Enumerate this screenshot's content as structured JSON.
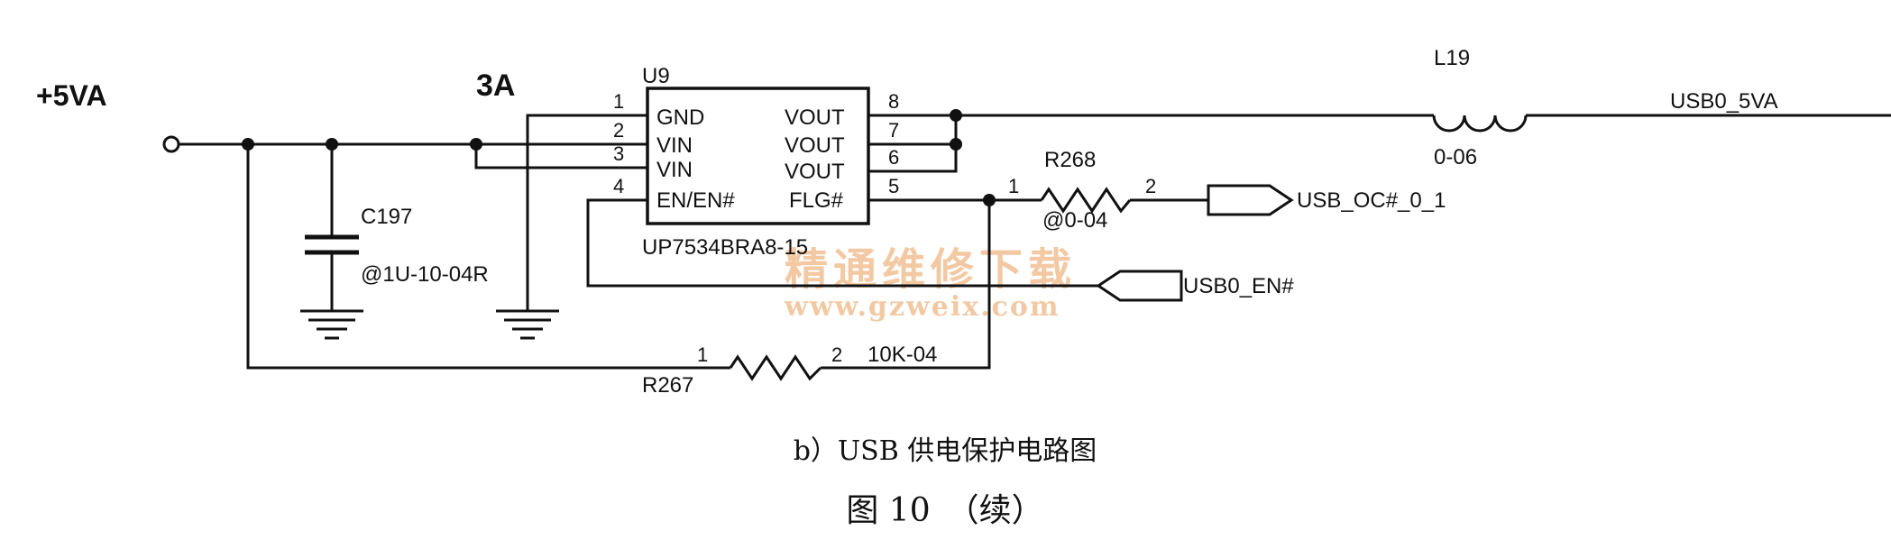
{
  "power": {
    "net": "+5VA",
    "current": "3A"
  },
  "ic": {
    "ref": "U9",
    "part": "UP7534BRA8-15",
    "pins_left": [
      {
        "num": "1",
        "name": "GND"
      },
      {
        "num": "2",
        "name": "VIN"
      },
      {
        "num": "3",
        "name": "VIN"
      },
      {
        "num": "4",
        "name": "EN/EN#"
      }
    ],
    "pins_right": [
      {
        "num": "8",
        "name": "VOUT"
      },
      {
        "num": "7",
        "name": "VOUT"
      },
      {
        "num": "6",
        "name": "VOUT"
      },
      {
        "num": "5",
        "name": "FLG#"
      }
    ]
  },
  "inductor": {
    "ref": "L19",
    "value": "0-06"
  },
  "capacitor": {
    "ref": "C197",
    "value": "@1U-10-04R"
  },
  "r268": {
    "ref": "R268",
    "value": "@0-04",
    "pin1": "1",
    "pin2": "2"
  },
  "r267": {
    "ref": "R267",
    "value": "10K-04",
    "pin1": "1",
    "pin2": "2"
  },
  "nets": {
    "usb_power": "USB0_5VA",
    "oc": "USB_OC#_0_1",
    "en": "USB0_EN#"
  },
  "watermark": {
    "cn": "精通维修下载",
    "url": "www.gzweix.com"
  },
  "caption": {
    "sub": "b）USB 供电保护电路图",
    "fig": "图 10　（续）"
  },
  "colors": {
    "ink": "#111111",
    "watermark": "#f2c9a3",
    "paper": "#ffffff"
  }
}
